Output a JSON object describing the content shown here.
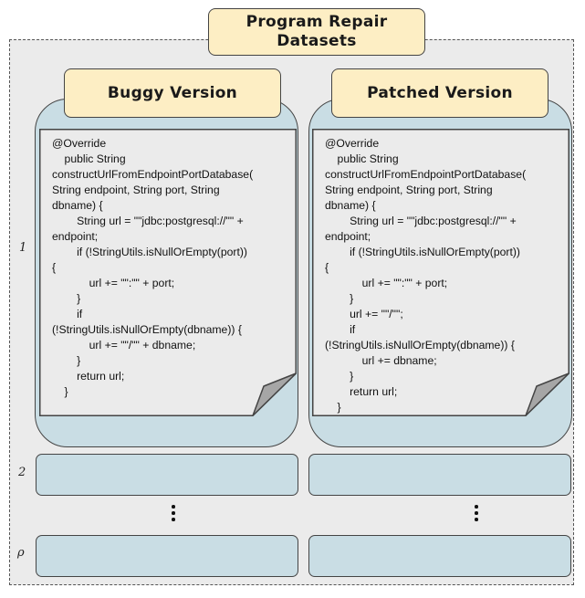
{
  "title": "Program Repair\nDatasets",
  "columns": [
    {
      "header": "Buggy Version",
      "code": "@Override\n    public String\nconstructUrlFromEndpointPortDatabase(\nString endpoint, String port, String\ndbname) {\n        String url = \"\"jdbc:postgresql://\"\" +\nendpoint;\n        if (!StringUtils.isNullOrEmpty(port))\n{\n            url += \"\":\"\" + port;\n        }\n        if\n(!StringUtils.isNullOrEmpty(dbname)) {\n            url += \"\"/\"\" + dbname;\n        }\n        return url;\n    }"
    },
    {
      "header": "Patched Version",
      "code": "@Override\n    public String\nconstructUrlFromEndpointPortDatabase(\nString endpoint, String port, String\ndbname) {\n        String url = \"\"jdbc:postgresql://\"\" +\nendpoint;\n        if (!StringUtils.isNullOrEmpty(port))\n{\n            url += \"\":\"\" + port;\n        }\n        url += \"\"/\"\";\n        if\n(!StringUtils.isNullOrEmpty(dbname)) {\n            url += dbname;\n        }\n        return url;\n    }"
    }
  ],
  "rows": [
    "1",
    "2",
    "ρ"
  ]
}
